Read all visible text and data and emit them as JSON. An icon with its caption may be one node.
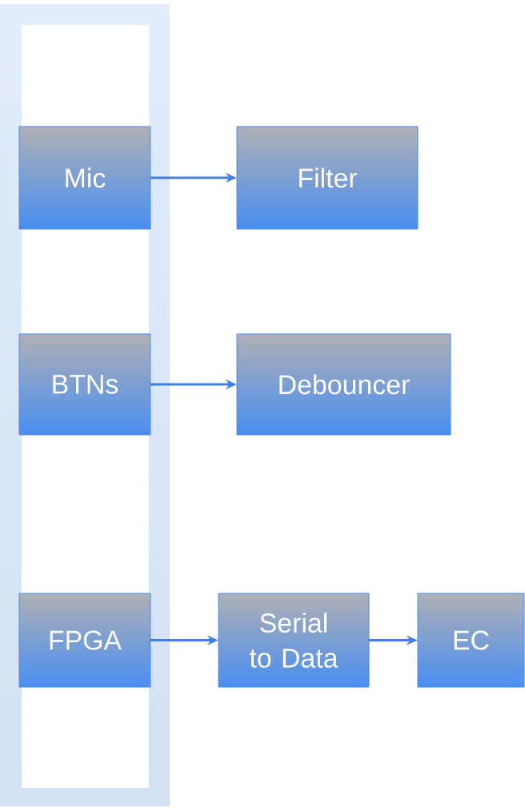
{
  "diagram": {
    "nodes": [
      {
        "text": [],
        "shape": "box"
      },
      {
        "text": [
          "Mic"
        ],
        "in": 0
      },
      {
        "text": [
          "Filter"
        ]
      },
      {
        "text": [
          "BTNs"
        ],
        "in": 0
      },
      {
        "text": [
          "Debouncer"
        ]
      },
      {
        "text": [
          "FPGA"
        ],
        "in": 0
      },
      {
        "text": [
          "Serial to Data"
        ]
      },
      {
        "text": [
          "EC"
        ]
      }
    ],
    "edges": [
      {
        "from": 1,
        "to": 2,
        "arrow": "to"
      },
      {
        "from": 3,
        "to": 4,
        "arrow": "to"
      },
      {
        "from": 5,
        "to": 6,
        "arrow": "to"
      },
      {
        "from": 6,
        "to": 7,
        "arrow": "to"
      }
    ]
  }
}
